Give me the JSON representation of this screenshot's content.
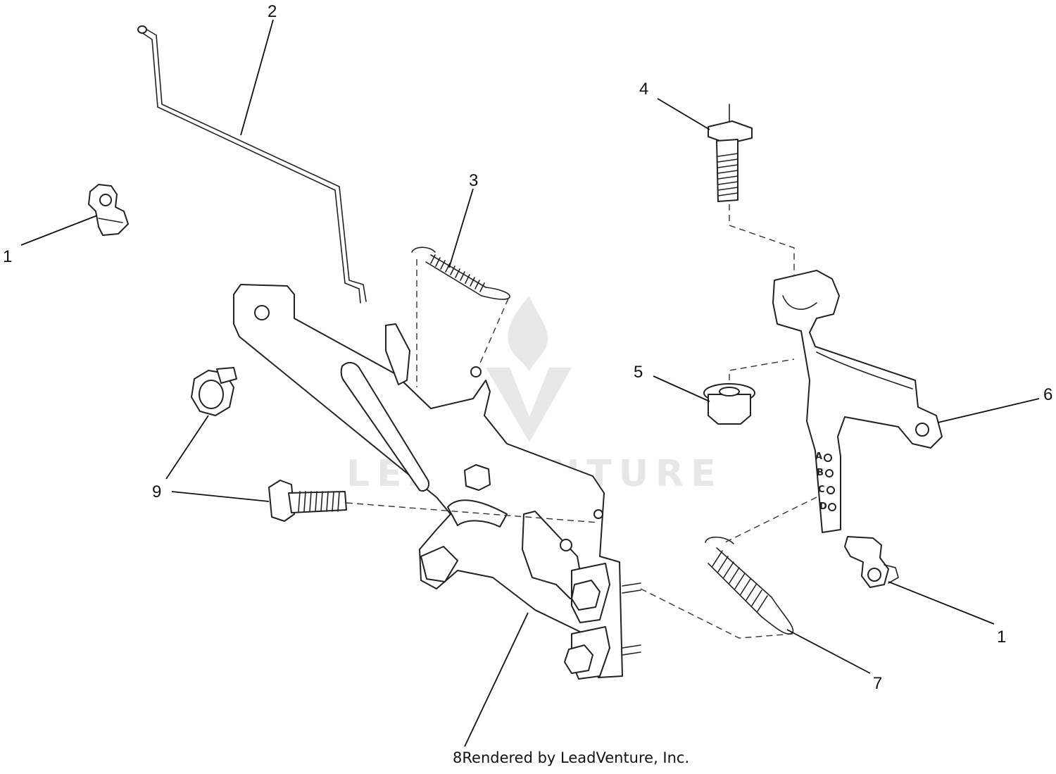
{
  "diagram": {
    "callouts": [
      {
        "id": "c1-left",
        "label": "1"
      },
      {
        "id": "c2",
        "label": "2"
      },
      {
        "id": "c3",
        "label": "3"
      },
      {
        "id": "c4",
        "label": "4"
      },
      {
        "id": "c5",
        "label": "5"
      },
      {
        "id": "c6",
        "label": "6"
      },
      {
        "id": "c7",
        "label": "7"
      },
      {
        "id": "c8",
        "label": "8"
      },
      {
        "id": "c9-top",
        "label": "9"
      },
      {
        "id": "c1-right",
        "label": "1"
      }
    ],
    "bracket_hole_labels": [
      "A",
      "B",
      "C",
      "D"
    ],
    "watermark_text": "LEADVENTURE",
    "footer_text": "Rendered by LeadVenture, Inc."
  }
}
